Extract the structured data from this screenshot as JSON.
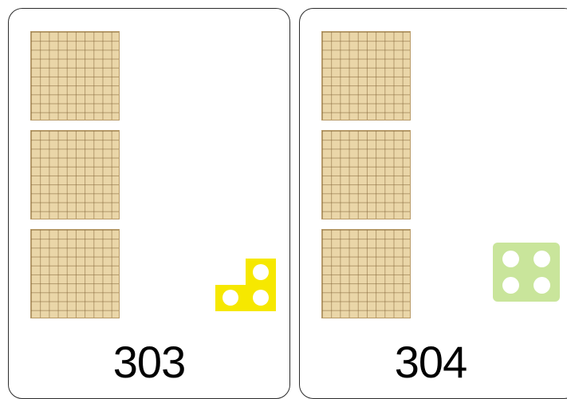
{
  "cards": [
    {
      "number": "303",
      "hundreds": 3,
      "ones": 3,
      "ones_color": "#f6e800"
    },
    {
      "number": "304",
      "hundreds": 3,
      "ones": 4,
      "ones_color": "#c9e59b"
    }
  ],
  "colors": {
    "base_ten_block": "#ead6a8",
    "grid_line": "#82643a",
    "card_border": "#2b2b2b"
  }
}
